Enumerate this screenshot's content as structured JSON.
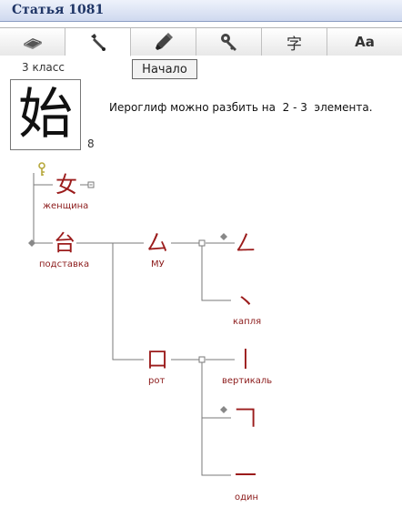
{
  "title": "Статья 1081",
  "tabs": [
    {
      "icon": "book-icon"
    },
    {
      "icon": "wrench-icon"
    },
    {
      "icon": "brush-icon"
    },
    {
      "icon": "key-icon"
    },
    {
      "icon": "kanji-icon",
      "glyph": "字"
    },
    {
      "icon": "font-icon",
      "glyph": "Aa"
    }
  ],
  "tooltip": "Начало",
  "grade": "3 класс",
  "character": "始",
  "stroke_count": "8",
  "info_text": "Иероглиф можно разбить на  2 - 3  элемента.",
  "tree": {
    "n1": {
      "char": "女",
      "label": "женщина"
    },
    "n2": {
      "char": "台",
      "label": "подставка"
    },
    "n3": {
      "char": "厶",
      "label": "МУ"
    },
    "n4": {
      "char": "ㄥ",
      "label": ""
    },
    "n5": {
      "char": "丶",
      "label": "капля"
    },
    "n6": {
      "char": "口",
      "label": "рот"
    },
    "n7": {
      "char": "丨",
      "label": "вертикаль"
    },
    "n8": {
      "char": "𠃍",
      "label": ""
    },
    "n9": {
      "char": "一",
      "label": "один"
    }
  },
  "colors": {
    "accent": "#9b1b1b",
    "title": "#1f3566",
    "connector": "#7a7a7a",
    "key": "#b7a83c"
  }
}
